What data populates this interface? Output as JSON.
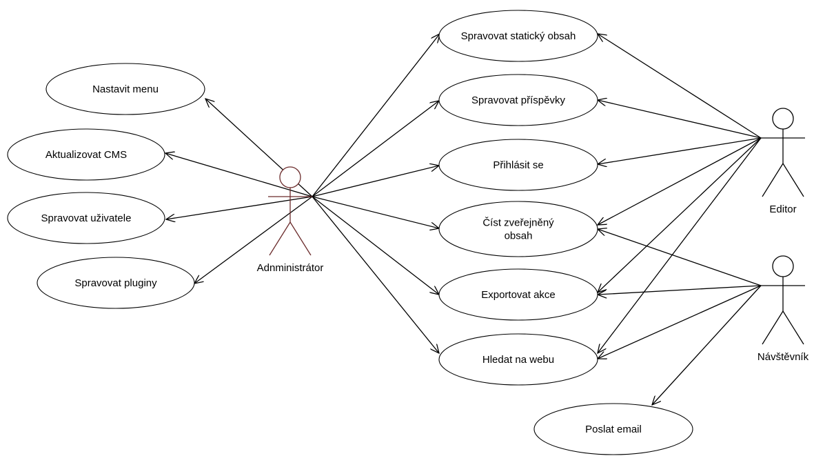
{
  "colors": {
    "administrator_actor": "#6b2b2b",
    "actor_default": "#000000",
    "line": "#000000",
    "background": "#ffffff"
  },
  "actors": [
    {
      "id": "admin",
      "label": "Adnministrátor"
    },
    {
      "id": "editor",
      "label": "Editor"
    },
    {
      "id": "visitor",
      "label": "Návštěvník"
    }
  ],
  "use_cases": [
    {
      "id": "nastavit-menu",
      "label": "Nastavit menu"
    },
    {
      "id": "aktualizovat-cms",
      "label": "Aktualizovat CMS"
    },
    {
      "id": "spravovat-uzivatele",
      "label": "Spravovat uživatele"
    },
    {
      "id": "spravovat-pluginy",
      "label": "Spravovat pluginy"
    },
    {
      "id": "spravovat-staticky-obsah",
      "label": "Spravovat statický obsah"
    },
    {
      "id": "spravovat-prispevky",
      "label": "Spravovat příspěvky"
    },
    {
      "id": "prihlasit-se",
      "label": "Přihlásit se"
    },
    {
      "id": "cist-zverejneny-obsah",
      "label": "Číst zveřejněný obsah",
      "lines": [
        "Číst zveřejněný",
        "obsah"
      ]
    },
    {
      "id": "exportovat-akce",
      "label": "Exportovat akce"
    },
    {
      "id": "hledat-na-webu",
      "label": "Hledat na webu"
    },
    {
      "id": "poslat-email",
      "label": "Poslat email"
    }
  ],
  "associations": [
    {
      "from": "admin",
      "to": "nastavit-menu"
    },
    {
      "from": "admin",
      "to": "aktualizovat-cms"
    },
    {
      "from": "admin",
      "to": "spravovat-uzivatele"
    },
    {
      "from": "admin",
      "to": "spravovat-pluginy"
    },
    {
      "from": "admin",
      "to": "spravovat-staticky-obsah"
    },
    {
      "from": "admin",
      "to": "spravovat-prispevky"
    },
    {
      "from": "admin",
      "to": "prihlasit-se"
    },
    {
      "from": "admin",
      "to": "cist-zverejneny-obsah"
    },
    {
      "from": "admin",
      "to": "exportovat-akce"
    },
    {
      "from": "admin",
      "to": "hledat-na-webu"
    },
    {
      "from": "editor",
      "to": "spravovat-staticky-obsah"
    },
    {
      "from": "editor",
      "to": "spravovat-prispevky"
    },
    {
      "from": "editor",
      "to": "prihlasit-se"
    },
    {
      "from": "editor",
      "to": "cist-zverejneny-obsah"
    },
    {
      "from": "editor",
      "to": "exportovat-akce"
    },
    {
      "from": "editor",
      "to": "hledat-na-webu"
    },
    {
      "from": "visitor",
      "to": "cist-zverejneny-obsah"
    },
    {
      "from": "visitor",
      "to": "exportovat-akce"
    },
    {
      "from": "visitor",
      "to": "hledat-na-webu"
    },
    {
      "from": "visitor",
      "to": "poslat-email"
    }
  ]
}
